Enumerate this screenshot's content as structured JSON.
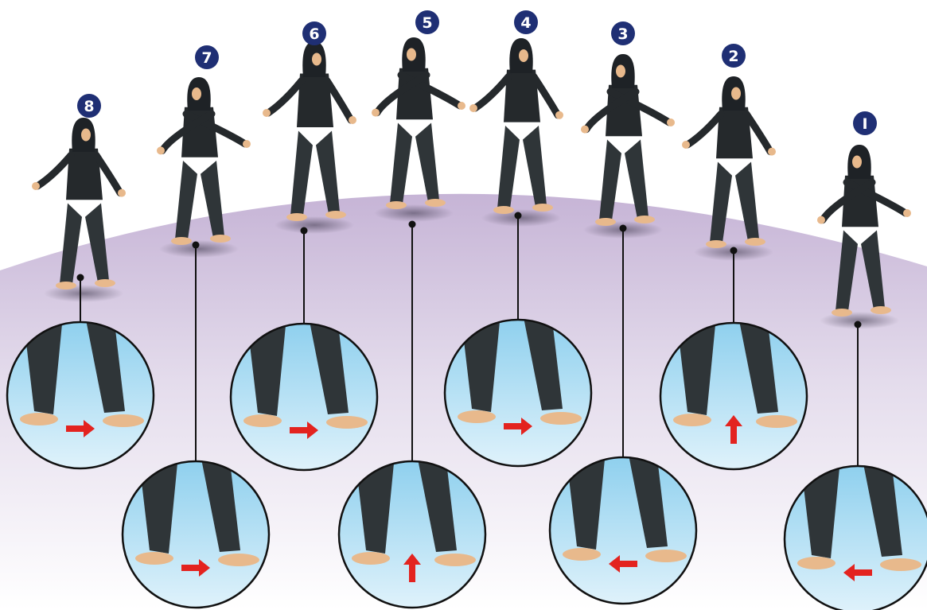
{
  "steps": [
    {
      "number": "I",
      "direction": "left"
    },
    {
      "number": "2",
      "direction": "up"
    },
    {
      "number": "3",
      "direction": "left"
    },
    {
      "number": "4",
      "direction": "right"
    },
    {
      "number": "5",
      "direction": "up"
    },
    {
      "number": "6",
      "direction": "right"
    },
    {
      "number": "7",
      "direction": "right"
    },
    {
      "number": "8",
      "direction": "right"
    }
  ],
  "colors": {
    "badge": "#1f2f74",
    "arc_top": "#c9b8d8",
    "arc_bottom": "#ffffff",
    "circle_fill_light": "#d6eef9",
    "circle_fill_dark": "#8fd0ee",
    "arrow": "#e3231f",
    "clothing": "#2f3538",
    "skin": "#e8b98c"
  }
}
